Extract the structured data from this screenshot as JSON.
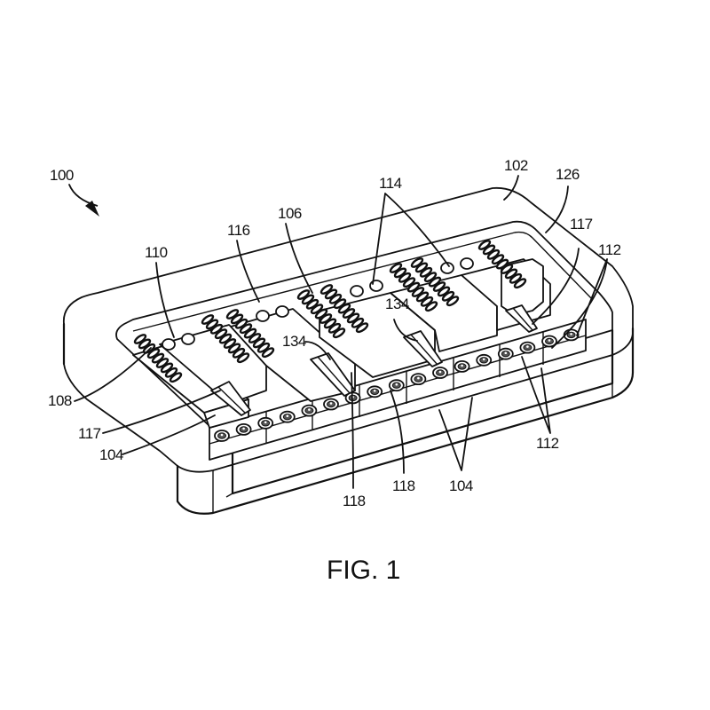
{
  "figure": {
    "caption": "FIG. 1",
    "reference_numerals": {
      "assembly": "100",
      "housing": "102",
      "housing_edge": "126",
      "rows_a": "104",
      "rows_b": "104",
      "center_component": "106",
      "left_spring": "108",
      "left_block": "110",
      "contacts_a": "112",
      "contacts_b": "112",
      "holes": "114",
      "floor": "116",
      "slot_left": "117",
      "slot_right": "117",
      "blade_a": "118",
      "blade_b": "118",
      "tip_a": "134",
      "tip_b": "134"
    }
  }
}
